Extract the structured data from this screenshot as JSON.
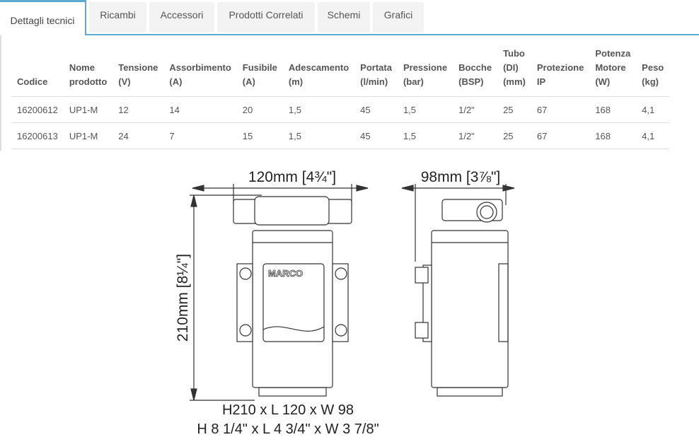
{
  "tabs": [
    "Dettagli tecnici",
    "Ricambi",
    "Accessori",
    "Prodotti Correlati",
    "Schemi",
    "Grafici"
  ],
  "table": {
    "headers": [
      [
        "Codice"
      ],
      [
        "Nome",
        "prodotto"
      ],
      [
        "Tensione",
        "(V)"
      ],
      [
        "Assorbimento",
        "(A)"
      ],
      [
        "Fusibile",
        "(A)"
      ],
      [
        "Adescamento",
        "(m)"
      ],
      [
        "Portata",
        "(l/min)"
      ],
      [
        "Pressione",
        "(bar)"
      ],
      [
        "Bocche",
        "(BSP)"
      ],
      [
        "Tubo",
        "(DI)",
        "(mm)"
      ],
      [
        "Protezione",
        "IP"
      ],
      [
        "Potenza",
        "Motore",
        "(W)"
      ],
      [
        "Peso",
        "(kg)"
      ]
    ],
    "rows": [
      [
        "16200612",
        "UP1-M",
        "12",
        "14",
        "20",
        "1,5",
        "45",
        "1,5",
        "1/2\"",
        "25",
        "67",
        "168",
        "4,1"
      ],
      [
        "16200613",
        "UP1-M",
        "24",
        "7",
        "15",
        "1,5",
        "45",
        "1,5",
        "1/2\"",
        "25",
        "67",
        "168",
        "4,1"
      ]
    ]
  },
  "drawing": {
    "width_label": "120mm [4¾\"]",
    "depth_label": "98mm [3⅞\"]",
    "height_label": "210mm [8¼\"]",
    "dims_mm": "H210 x L 120 x W 98",
    "dims_in": "H 8 1/4\" x L 4 3/4\" x W 3 7/8\"",
    "logo": "MARCO"
  }
}
